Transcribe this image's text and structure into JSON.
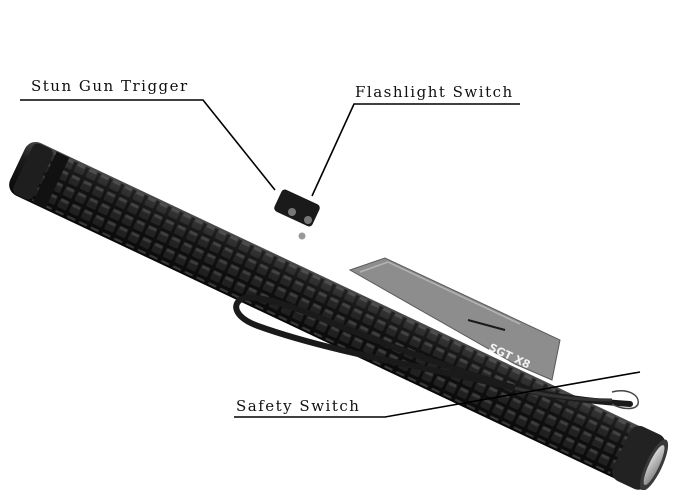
{
  "labels": {
    "stun_gun_trigger": "Stun Gun Trigger",
    "flashlight_switch": "Flashlight Switch",
    "safety_switch": "Safety Switch"
  },
  "device": {
    "brand_marking": "SGT X8"
  },
  "colors": {
    "body": "#141414",
    "grip_highlight": "#3a3a3a",
    "panel": "#8d8d8d",
    "strap": "#1a1a1a",
    "leader_line": "#000000"
  }
}
